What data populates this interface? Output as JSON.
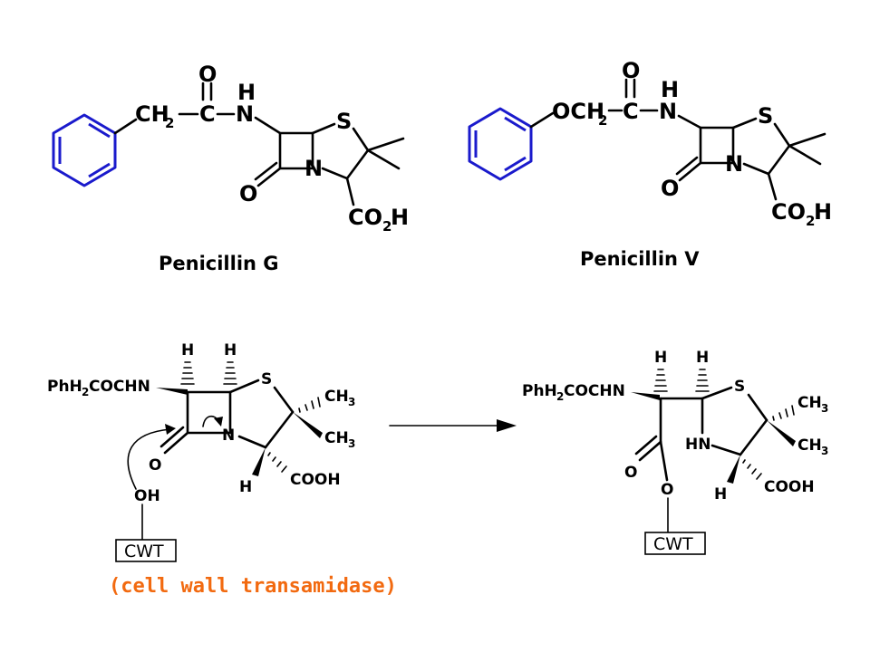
{
  "top_left": {
    "name": "Penicillin G",
    "carbonyl_o": "O",
    "amide_h": "H",
    "amide_n": "N",
    "side_chain": "CH",
    "side_chain_sub": "2",
    "carbonyl_c": "C",
    "sulfur": "S",
    "ring_n": "N",
    "lactam_o": "O",
    "acid": "CO",
    "acid_sub": "2",
    "acid_h": "H"
  },
  "top_right": {
    "name": "Penicillin V",
    "carbonyl_o": "O",
    "amide_h": "H",
    "amide_n": "N",
    "side_chain": "OCH",
    "side_chain_sub": "2",
    "carbonyl_c": "C",
    "sulfur": "S",
    "ring_n": "N",
    "lactam_o": "O",
    "acid": "CO",
    "acid_sub": "2",
    "acid_h": "H"
  },
  "bottom_left": {
    "h1": "H",
    "h2": "H",
    "side_chain": "PhH",
    "side_chain_sub": "2",
    "side_chain_rest": "COCHN",
    "sulfur": "S",
    "methyl1": "CH",
    "methyl1_sub": "3",
    "methyl2": "CH",
    "methyl2_sub": "3",
    "ring_n": "N",
    "lactam_o": "O",
    "h3": "H",
    "acid": "COOH",
    "hydroxyl": "OH",
    "enzyme": "CWT",
    "enzyme_caption": "(cell wall transamidase)"
  },
  "bottom_right": {
    "h1": "H",
    "h2": "H",
    "side_chain": "PhH",
    "side_chain_sub": "2",
    "side_chain_rest": "COCHN",
    "sulfur": "S",
    "methyl1": "CH",
    "methyl1_sub": "3",
    "methyl2": "CH",
    "methyl2_sub": "3",
    "ring_nh": "HN",
    "ester_o1": "O",
    "ester_o2": "O",
    "h3": "H",
    "acid": "COOH",
    "enzyme": "CWT"
  },
  "colors": {
    "ring": "#1a1acc",
    "caption": "#f26a10"
  }
}
